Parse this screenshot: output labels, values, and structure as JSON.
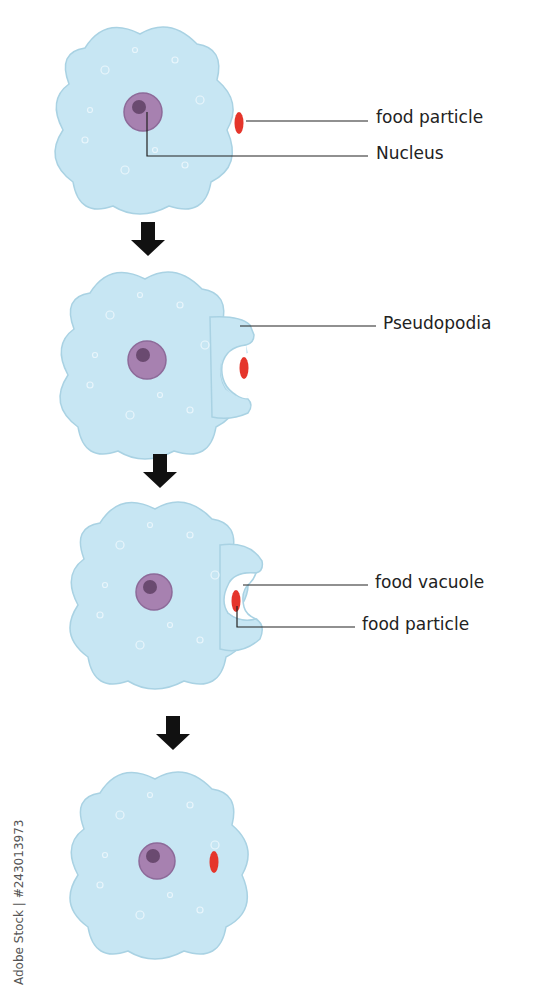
{
  "diagram": {
    "labels": [
      "food particle",
      "Nucleus",
      "Pseudopodia",
      "food vacuole",
      "food particle",
      "Adobe Stock | #243013973"
    ]
  }
}
